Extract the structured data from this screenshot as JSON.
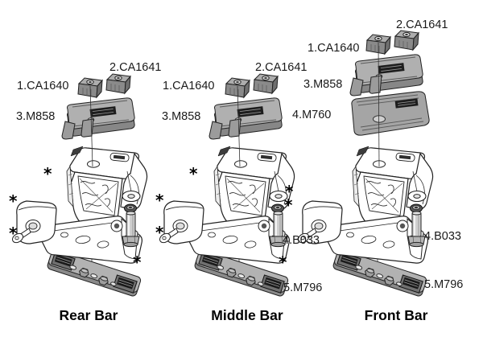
{
  "diagram": {
    "type": "exploded-parts-diagram",
    "asterisk": "*",
    "columns": [
      {
        "title": "Rear Bar",
        "labels": {
          "ca1640": "1.CA1640",
          "ca1641": "2.CA1641",
          "m858": "3.M858"
        }
      },
      {
        "title": "Middle Bar",
        "labels": {
          "ca1640": "1.CA1640",
          "ca1641": "2.CA1641",
          "m858": "3.M858",
          "b033": "4.B033",
          "m796": "5.M796"
        }
      },
      {
        "title": "Front Bar",
        "labels": {
          "ca1640": "1.CA1640",
          "ca1641": "2.CA1641",
          "m858": "3.M858",
          "m760": "4.M760",
          "b033": "4.B033",
          "m796": "5.M796"
        }
      }
    ],
    "colors": {
      "line": "#1f1f1f",
      "part_gray": "#b0b0b0",
      "part_gray_dark": "#7d7d7d",
      "slot_black": "#1d1d1d",
      "background": "#ffffff"
    }
  }
}
